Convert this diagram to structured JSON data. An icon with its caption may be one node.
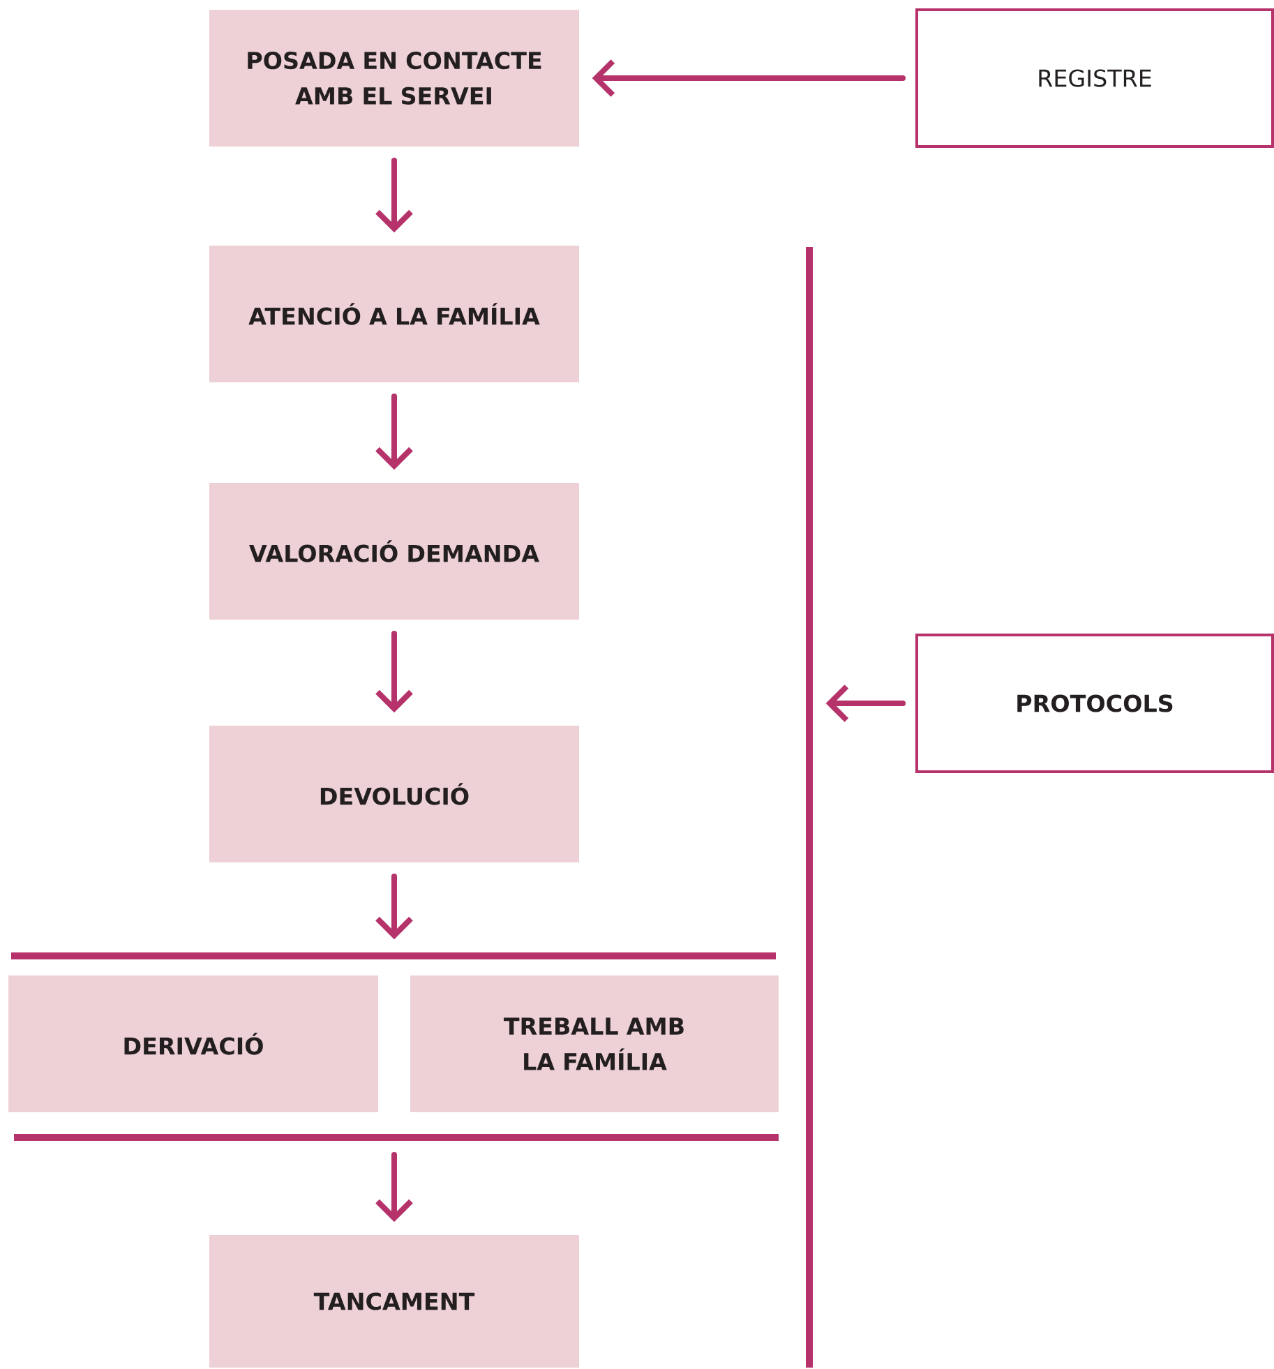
{
  "diagram": {
    "nodes": [
      {
        "text": [
          "POSADA EN CONTACTE AMB EL SERVEI"
        ]
      },
      {
        "text": [
          "REGISTRE"
        ]
      },
      {
        "text": [
          "ATENCIÓ A LA FAMÍLIA"
        ]
      },
      {
        "text": [],
        "shape": "bar"
      },
      {
        "text": [
          "VALORACIÓ DEMANDA"
        ]
      },
      {
        "text": [
          "PROTOCOLS"
        ]
      },
      {
        "text": [
          "DEVOLUCIÓ"
        ]
      },
      {
        "text": [],
        "shape": "bar"
      },
      {
        "text": [
          "DERIVACIÓ"
        ]
      },
      {
        "text": [
          "TREBALL AMB LA FAMÍLIA"
        ]
      },
      {
        "text": [],
        "shape": "bar"
      },
      {
        "text": [
          "TANCAMENT"
        ]
      }
    ],
    "edges": [
      {
        "from": 1,
        "to": 0,
        "arrow": "to"
      },
      {
        "from": 0,
        "to": 2,
        "arrow": "to"
      },
      {
        "from": 2,
        "to": 4,
        "arrow": "to"
      },
      {
        "from": 4,
        "to": 6,
        "arrow": "to"
      },
      {
        "from": 5,
        "to": 3,
        "arrow": "to"
      },
      {
        "from": 6,
        "to": 7,
        "arrow": "to"
      },
      {
        "from": 10,
        "to": 11,
        "arrow": "to"
      }
    ]
  }
}
